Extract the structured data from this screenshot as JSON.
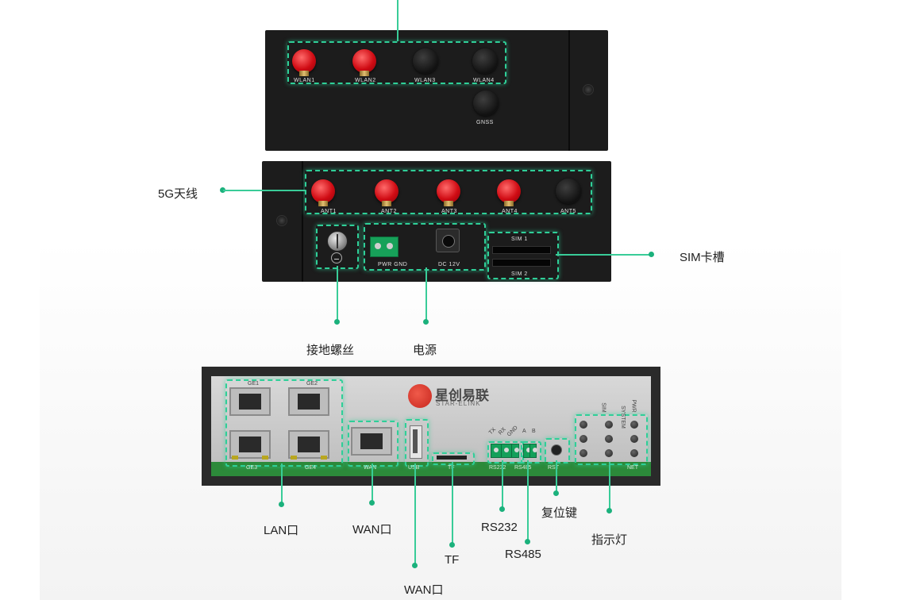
{
  "top_device": {
    "ports": [
      "WLAN1",
      "WLAN2",
      "WLAN3",
      "WLAN4",
      "GNSS"
    ]
  },
  "mid_device": {
    "ports": [
      "ANT1",
      "ANT2",
      "ANT3",
      "ANT4",
      "ANT5"
    ],
    "power_label": "PWR GND",
    "dc_label": "DC 12V",
    "sim1_label": "SIM 1",
    "sim2_label": "SIM 2"
  },
  "front_panel": {
    "brand_cn": "星创易联",
    "brand_en": "STAR-ELINK",
    "port_labels": [
      "GE1",
      "GE2",
      "GE3",
      "GE4",
      "WAN",
      "USB",
      "TF",
      "RS232",
      "RS485",
      "RST"
    ],
    "rs232_pins": [
      "TX",
      "RX",
      "GND"
    ],
    "rs485_pins": [
      "A",
      "B"
    ],
    "led_labels": [
      "SIM",
      "SYSTEM",
      "PWR",
      "NET"
    ]
  },
  "callouts": {
    "antenna_5g": "5G天线",
    "sim_slot": "SIM卡槽",
    "ground_screw": "接地螺丝",
    "power": "电源",
    "lan": "LAN口",
    "wan_rj45": "WAN口",
    "wan_usb": "WAN口",
    "tf": "TF",
    "rs232": "RS232",
    "rs485": "RS485",
    "reset": "复位键",
    "indicator": "指示灯"
  },
  "colors": {
    "accent_green": "#39cc98",
    "dot_green": "#1bb17c",
    "antenna_red": "#d00c14",
    "device_body": "#1c1c1c",
    "front_plate": "#c9c9c9",
    "front_strip": "#2c8a3a"
  }
}
